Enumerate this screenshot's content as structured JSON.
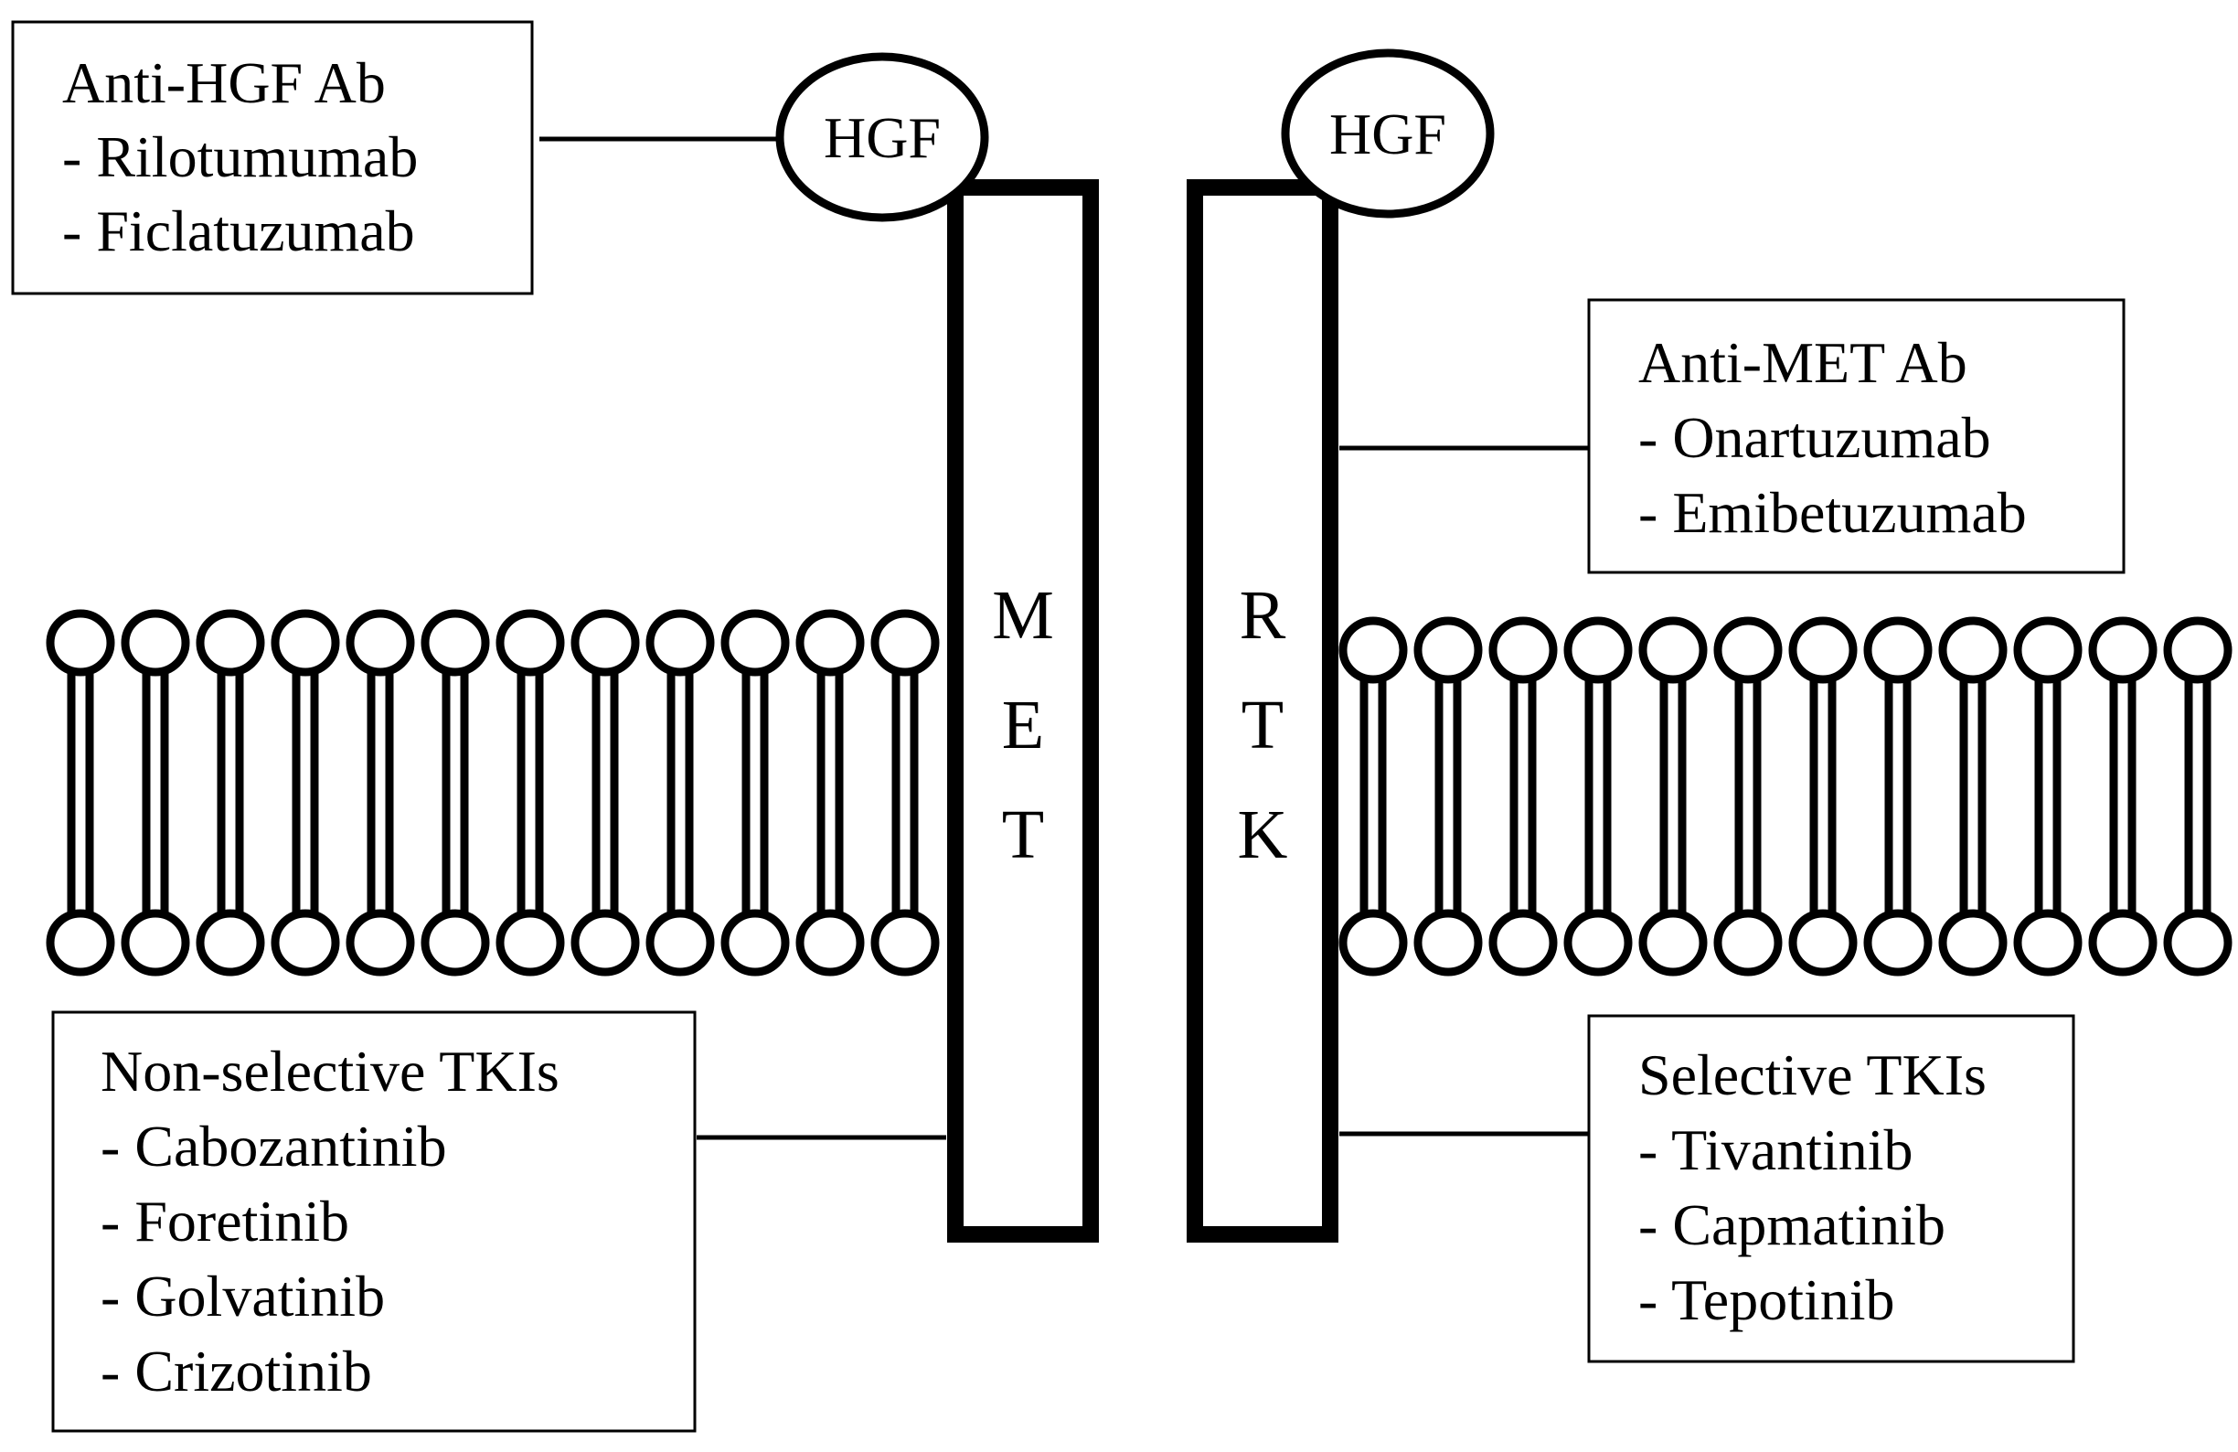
{
  "boxes": {
    "anti_hgf": {
      "title": "Anti-HGF Ab",
      "items": [
        "- Rilotumumab",
        "- Ficlatuzumab"
      ]
    },
    "anti_met": {
      "title": "Anti-MET Ab",
      "items": [
        "- Onartuzumab",
        "- Emibetuzumab"
      ]
    },
    "non_selective": {
      "title": "Non-selective TKIs",
      "items": [
        "- Cabozantinib",
        "- Foretinib",
        "- Golvatinib",
        "- Crizotinib"
      ]
    },
    "selective": {
      "title": "Selective TKIs",
      "items": [
        "- Tivantinib",
        "- Capmatinib",
        "- Tepotinib"
      ]
    }
  },
  "ligands": {
    "left": "HGF",
    "right": "HGF"
  },
  "receptors": {
    "left_letters": [
      "M",
      "E",
      "T"
    ],
    "right_letters": [
      "R",
      "T",
      "K"
    ]
  },
  "membrane": {
    "left_lipid_count": 12,
    "right_lipid_count": 12
  }
}
